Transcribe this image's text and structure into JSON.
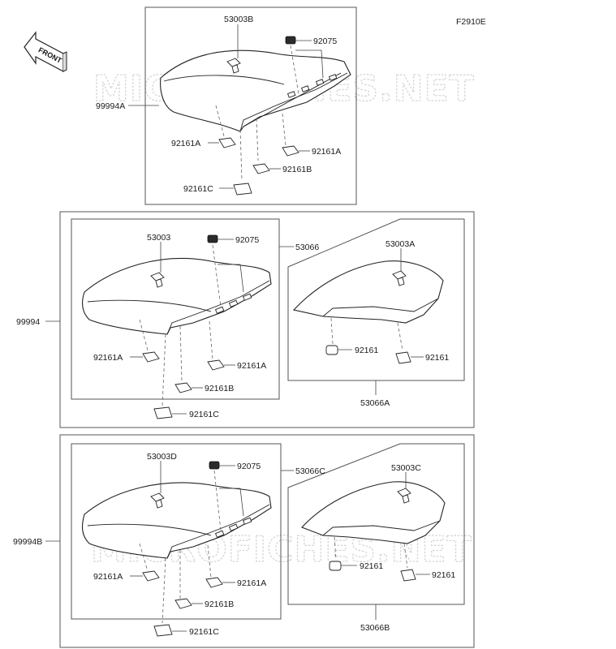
{
  "figure_code": "F2910E",
  "watermark": "MICROFICHES.NET",
  "front_arrow": {
    "label": "FRONT",
    "icon": "front-direction-arrow-icon"
  },
  "callouts": {
    "top": {
      "assembly": "99994A",
      "cover": "53003B",
      "grommet": "92075",
      "damper_a_left": "92161A",
      "damper_a_right": "92161A",
      "damper_b": "92161B",
      "damper_c": "92161C"
    },
    "middle": {
      "assembly": "99994",
      "rider_cover": "53003",
      "grommet": "92075",
      "rider_seat": "53066",
      "damper_a_left": "92161A",
      "damper_a_right": "92161A",
      "damper_b": "92161B",
      "damper_c": "92161C",
      "passenger_cover": "53003A",
      "passenger_damper_left": "92161",
      "passenger_damper_right": "92161",
      "passenger_seat": "53066A"
    },
    "bottom": {
      "assembly": "99994B",
      "rider_cover": "53003D",
      "grommet": "92075",
      "rider_seat": "53066C",
      "damper_a_left": "92161A",
      "damper_a_right": "92161A",
      "damper_b": "92161B",
      "damper_c": "92161C",
      "passenger_cover": "53003C",
      "passenger_damper_left": "92161",
      "passenger_damper_right": "92161",
      "passenger_seat": "53066B"
    }
  }
}
